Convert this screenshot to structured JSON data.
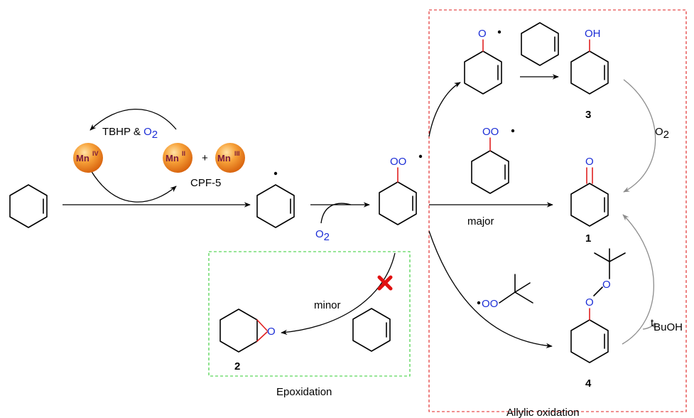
{
  "catalyst": {
    "mn_high": "Mn",
    "mn_high_ox": "IV",
    "mn_low1": "Mn",
    "mn_low1_ox": "II",
    "plus": "+",
    "mn_low2": "Mn",
    "mn_low2_ox": "III",
    "support": "CPF-5",
    "reagent_a": "TBHP & ",
    "reagent_b": "O",
    "reagent_b_sub": "2"
  },
  "oxygen_step": {
    "label": "O",
    "sub": "2"
  },
  "radical_peroxyl": {
    "label": "OO"
  },
  "radical_alkoxyl": {
    "label": "O"
  },
  "alcohol": {
    "label": "OH",
    "number": "3"
  },
  "peroxyl_intermediate": {
    "label": "OO"
  },
  "ketone": {
    "label": "O",
    "number": "1"
  },
  "peroxide": {
    "label_top": "O",
    "label_bottom": "O",
    "number": "4"
  },
  "tbuoo_radical": {
    "label": "OO"
  },
  "epoxide": {
    "label": "O",
    "number": "2"
  },
  "pathways": {
    "major": "major",
    "minor": "minor",
    "o2_right": "O",
    "o2_right_sub": "2",
    "tbuoh_sup": "t",
    "tbuoh": "BuOH"
  },
  "regions": {
    "epoxidation": "Epoxidation",
    "allylic": "Allylic oxidation"
  },
  "colors": {
    "heteroatom": "#1b2dd6",
    "new_bond": "#e02020",
    "epoxidation_box": "#33cc33",
    "allylic_box": "#e02020",
    "blocked_mark": "#e01010",
    "mn_sphere": "#f08a1c"
  }
}
